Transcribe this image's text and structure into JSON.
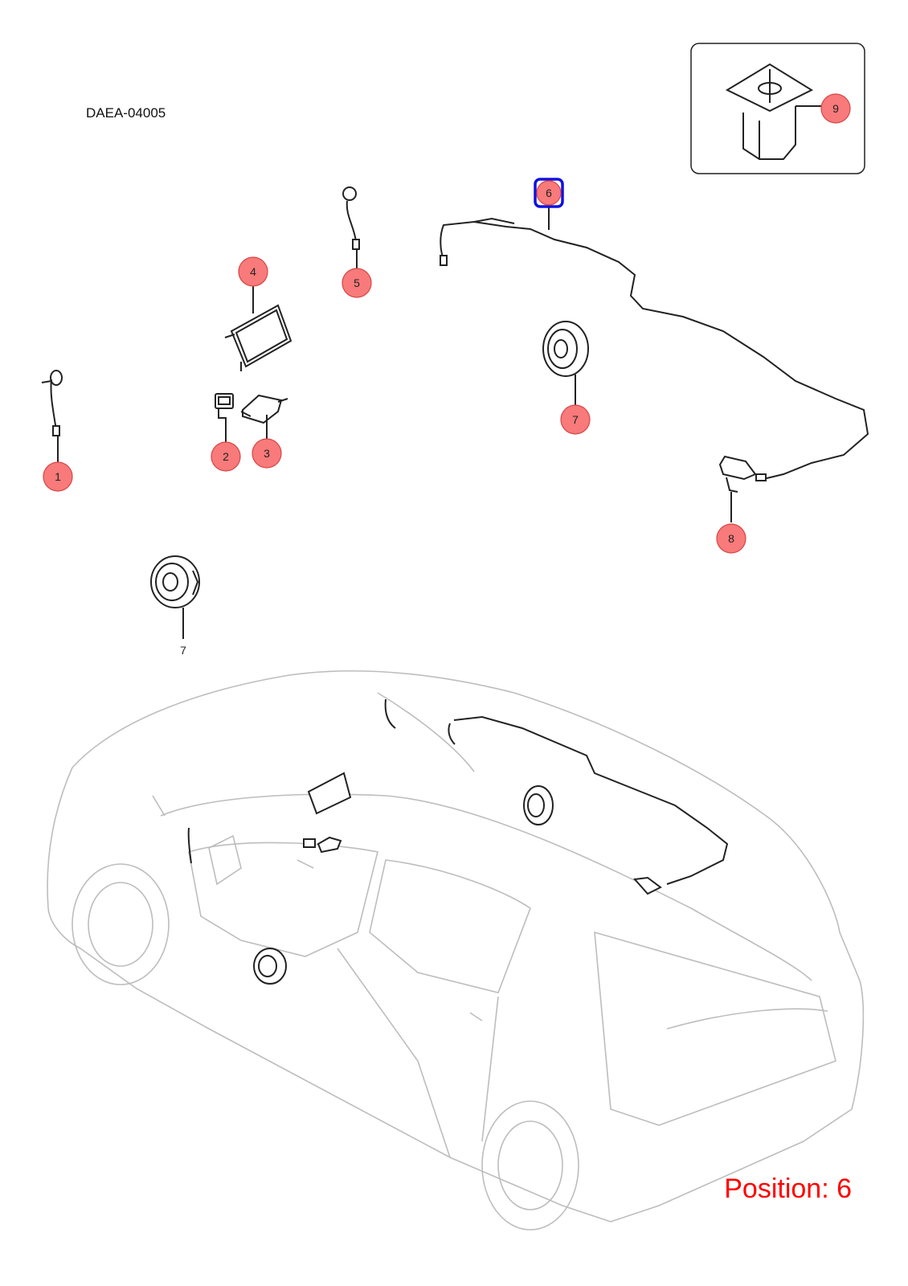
{
  "diagram": {
    "code": "DAEA-04005",
    "position_label": "Position: 6",
    "colors": {
      "callout_fill": "#f87a7a",
      "callout_stroke": "#d94545",
      "highlight": "#1010e0",
      "position_text": "#ff0000",
      "car_outline": "#bdbdbd"
    },
    "callouts": [
      {
        "label": "1"
      },
      {
        "label": "2"
      },
      {
        "label": "3"
      },
      {
        "label": "4"
      },
      {
        "label": "5"
      },
      {
        "label": "6",
        "highlighted": true
      },
      {
        "label": "7"
      },
      {
        "label": "8"
      },
      {
        "label": "9"
      }
    ],
    "plain_labels": [
      {
        "label": "7"
      }
    ]
  }
}
